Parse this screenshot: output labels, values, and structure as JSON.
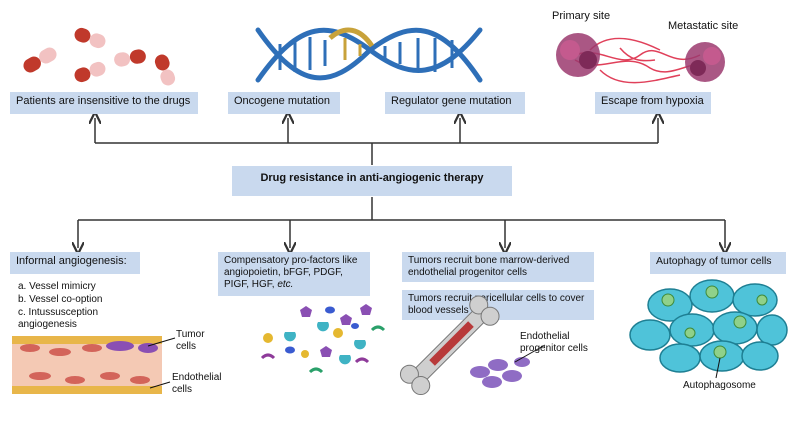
{
  "center": {
    "label": "Drug resistance in anti-angiogenic therapy"
  },
  "top_boxes": [
    {
      "label": "Patients are insensitive to the drugs"
    },
    {
      "label": "Oncogene mutation"
    },
    {
      "label": "Regulator gene mutation"
    },
    {
      "label": "Escape from hypoxia"
    }
  ],
  "top_labels": {
    "primary_site": "Primary site",
    "metastatic_site": "Metastatic site"
  },
  "bottom": {
    "col1": {
      "title": "Informal angiogenesis:",
      "items": [
        "a. Vessel mimicry",
        "b. Vessel co-option",
        "c. Intussusception angiogenesis"
      ],
      "tumor_cells": "Tumor cells",
      "endothelial_cells": "Endothelial cells"
    },
    "col2": {
      "title_prefix": "Compensatory pro-factors like angiopoietin, bFGF, PDGF, PIGF, HGF, ",
      "title_etc": "etc."
    },
    "col3": {
      "box1": "Tumors recruit bone marrow-derived endothelial progenitor cells",
      "box2": "Tumors recruit pericellular cells to cover blood vessels",
      "progenitor": "Endothelial progenitor cells"
    },
    "col4": {
      "title": "Autophagy of tumor cells",
      "autophagosome": "Autophagosome"
    }
  },
  "colors": {
    "box_fill": "#c9d9ee",
    "arrow": "#333333",
    "pill_red": "#c0392b",
    "pill_pink": "#f2c2c2",
    "dna_blue": "#2e6fb8",
    "dna_gold": "#c8a23a",
    "tumor_cyan": "#4fc3d9",
    "vessel_red": "#d3645a"
  }
}
